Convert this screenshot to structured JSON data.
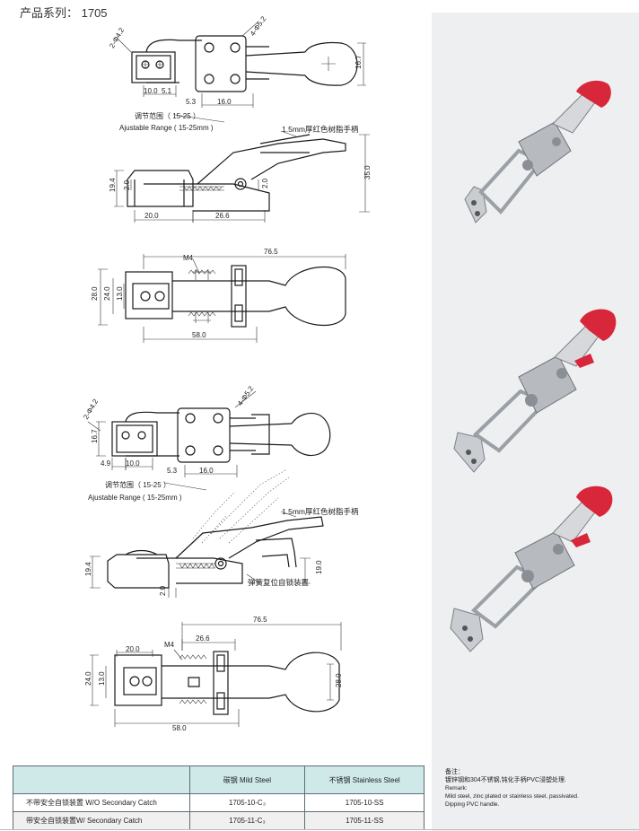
{
  "header": {
    "series_title": "产品系列： 1705"
  },
  "drawing1": {
    "dim_2phi2": "2-Φ4.2",
    "dim_4phi": "4-Φ5.2",
    "dim_10_0": "10.0",
    "dim_5_1": "5.1",
    "dim_5_3": "5.3",
    "dim_16_0": "16.0",
    "dim_16_7": "16.7",
    "adjust_cn": "调节范围（ 15-25 ）",
    "adjust_en": "Ajustable Range ( 15-25mm )"
  },
  "drawing2": {
    "handle_note": "1.5mm厚红色树脂手柄",
    "dim_19_4": "19.4",
    "dim_2_0a": "2.0",
    "dim_2_0b": "2.0",
    "dim_35_0": "35.0",
    "dim_20_0": "20.0",
    "dim_26_6": "26.6"
  },
  "drawing3": {
    "m4": "M4",
    "dim_76_5": "76.5",
    "dim_28_0": "28.0",
    "dim_24_0": "24.0",
    "dim_13_0": "13.0",
    "dim_58_0": "58.0"
  },
  "drawing4": {
    "dim_2phi2": "2-Φ4.2",
    "dim_4phi": "4-Φ5.2",
    "dim_16_7": "16.7",
    "dim_4_9": "4.9",
    "dim_10_0": "10.0",
    "dim_5_3": "5.3",
    "dim_16_0": "16.0",
    "adjust_cn": "调节范围（ 15-25 ）",
    "adjust_en": "Ajustable Range ( 15-25mm )"
  },
  "drawing5": {
    "handle_note": "1.5mm厚红色树脂手柄",
    "dim_19_4": "19.4",
    "dim_19_0": "19.0",
    "dim_2_0": "2.0",
    "spring_note": "弹簧复位自锁装置"
  },
  "drawing6": {
    "dim_76_5": "76.5",
    "dim_20_0": "20.0",
    "m4": "M4",
    "dim_26_6": "26.6",
    "dim_24_0": "24.0",
    "dim_13_0": "13.0",
    "dim_28_0": "28.0",
    "dim_58_0": "58.0"
  },
  "table": {
    "headers": [
      "",
      "碳钢 Mild Steel",
      "不锈钢 Stainless Steel"
    ],
    "rows": [
      {
        "label": "不带安全自锁装置 W/O Secondary Catch",
        "mild": "1705-10-C₃",
        "stainless": "1705-10-SS"
      },
      {
        "label": "带安全自锁装置W/ Secondary Catch",
        "mild": "1705-11-C₃",
        "stainless": "1705-11-SS"
      }
    ]
  },
  "remark": {
    "title": "备注：",
    "cn": "镀锌钢和304不锈钢,钝化手柄PVC浸塑处理.",
    "en_title": "Remark:",
    "en_line1": "Mild steel, zinc plated or stainless steel, passivated.",
    "en_line2": "Dipping PVC handle."
  },
  "colors": {
    "panel_bg": "#eeeff0",
    "table_header_bg": "#cfe9e9",
    "handle_red": "#d8263a",
    "steel": "#b9bcc0"
  }
}
